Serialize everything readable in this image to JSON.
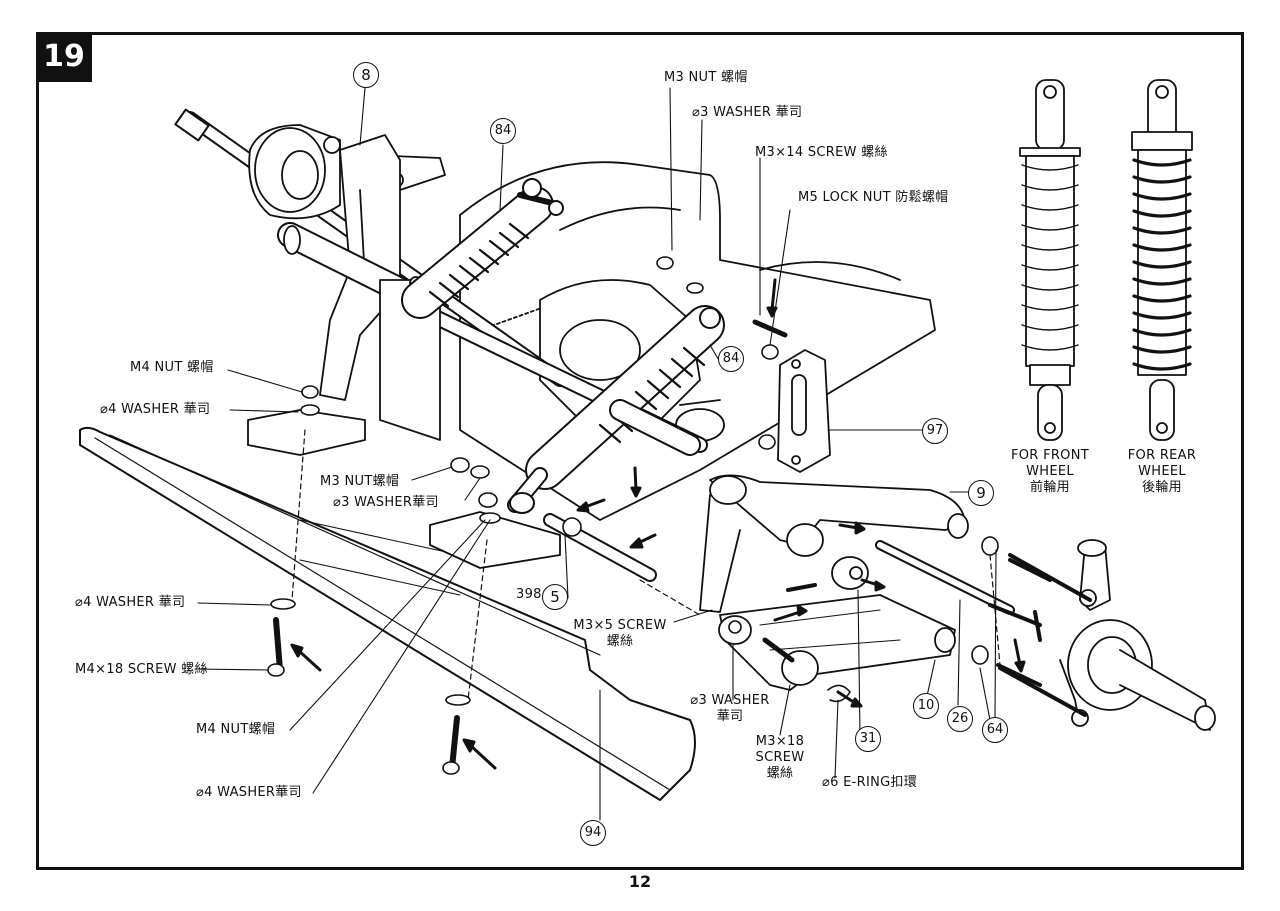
{
  "step_number": "19",
  "page_number": "12",
  "labels": {
    "m3_nut_top": "M3 NUT 螺帽",
    "washer3_top": "⌀3 WASHER 華司",
    "m3x14_screw": "M3×14 SCREW 螺絲",
    "m5_lock_nut": "M5 LOCK NUT 防鬆螺帽",
    "m4_nut_left": "M4 NUT 螺帽",
    "washer4_left": "⌀4 WASHER 華司",
    "m3_nut_mid": "M3 NUT螺帽",
    "washer3_mid": "⌀3 WASHER華司",
    "washer4_lower": "⌀4 WASHER 華司",
    "m4x18_screw": "M4×18 SCREW 螺絲",
    "m4_nut_lower": "M4 NUT螺帽",
    "washer4_bottom": "⌀4 WASHER華司",
    "m3x5_screw_line1": "M3×5 SCREW",
    "m3x5_screw_line2": "螺絲",
    "washer3_bottom_line1": "⌀3 WASHER",
    "washer3_bottom_line2": "華司",
    "m3x18_line1": "M3×18",
    "m3x18_line2": "SCREW",
    "m3x18_line3": "螺絲",
    "eright": "⌀6 E-RING扣環",
    "part_398": "398"
  },
  "shocks": {
    "front_line1": "FOR FRONT",
    "front_line2": "WHEEL",
    "front_line3": "前輪用",
    "rear_line1": "FOR REAR",
    "rear_line2": "WHEEL",
    "rear_line3": "後輪用"
  },
  "callouts": {
    "p8": "8",
    "p84_top": "84",
    "p84_mid": "84",
    "p97": "97",
    "p9": "9",
    "p5": "5",
    "p10": "10",
    "p26": "26",
    "p64": "64",
    "p31": "31",
    "p94": "94"
  }
}
